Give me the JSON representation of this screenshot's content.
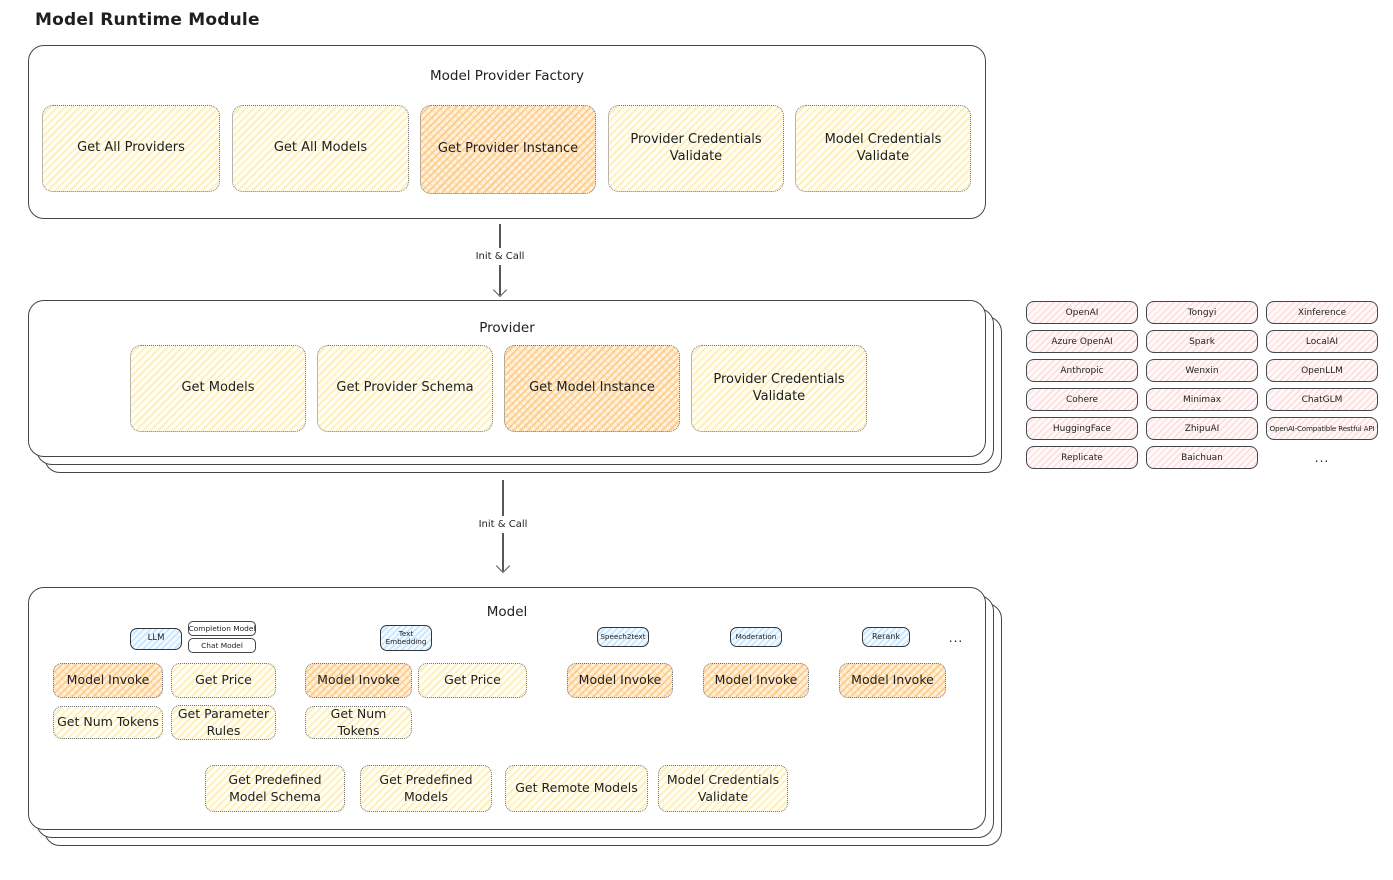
{
  "page_title": "Model Runtime Module",
  "arrows": {
    "init_call_1": "Init & Call",
    "init_call_2": "Init & Call"
  },
  "factory": {
    "title": "Model Provider Factory",
    "items": [
      {
        "label": "Get All Providers",
        "highlighted": false
      },
      {
        "label": "Get All Models",
        "highlighted": false
      },
      {
        "label": "Get Provider Instance",
        "highlighted": true
      },
      {
        "label": "Provider Credentials Validate",
        "highlighted": false
      },
      {
        "label": "Model Credentials Validate",
        "highlighted": false
      }
    ]
  },
  "provider": {
    "title": "Provider",
    "items": [
      {
        "label": "Get Models",
        "highlighted": false
      },
      {
        "label": "Get Provider Schema",
        "highlighted": false
      },
      {
        "label": "Get Model Instance",
        "highlighted": true
      },
      {
        "label": "Provider Credentials Validate",
        "highlighted": false
      }
    ]
  },
  "provider_catalog": {
    "columns": [
      {
        "items": [
          "OpenAI",
          "Azure OpenAI",
          "Anthropic",
          "Cohere",
          "HuggingFace",
          "Replicate"
        ]
      },
      {
        "items": [
          "Tongyi",
          "Spark",
          "Wenxin",
          "Minimax",
          "ZhipuAI",
          "Baichuan"
        ]
      },
      {
        "items": [
          "Xinference",
          "LocalAI",
          "OpenLLM",
          "ChatGLM",
          "OpenAI-Compatible Restful API"
        ]
      }
    ],
    "more": "..."
  },
  "model": {
    "title": "Model",
    "more": "...",
    "groups": [
      {
        "tag": "LLM",
        "sub_tags": [
          "Completion Model",
          "Chat Model"
        ],
        "functions": [
          {
            "label": "Model Invoke",
            "highlighted": true
          },
          {
            "label": "Get Price",
            "highlighted": false
          },
          {
            "label": "Get Num Tokens",
            "highlighted": false
          },
          {
            "label": "Get Parameter Rules",
            "highlighted": false
          }
        ]
      },
      {
        "tag": "Text Embedding",
        "functions": [
          {
            "label": "Model Invoke",
            "highlighted": true
          },
          {
            "label": "Get Price",
            "highlighted": false
          },
          {
            "label": "Get Num Tokens",
            "highlighted": false
          }
        ]
      },
      {
        "tag": "Speech2text",
        "functions": [
          {
            "label": "Model Invoke",
            "highlighted": true
          }
        ]
      },
      {
        "tag": "Moderation",
        "functions": [
          {
            "label": "Model Invoke",
            "highlighted": true
          }
        ]
      },
      {
        "tag": "Rerank",
        "functions": [
          {
            "label": "Model Invoke",
            "highlighted": true
          }
        ]
      }
    ],
    "shared_functions": [
      {
        "label": "Get Predefined Model Schema"
      },
      {
        "label": "Get Predefined Models"
      },
      {
        "label": "Get Remote Models"
      },
      {
        "label": "Model Credentials Validate"
      }
    ]
  },
  "colors": {
    "stroke": "#43474b",
    "yellow_fill": "#fffdf4",
    "yellow_hatch": "#ffe894",
    "orange_fill": "#fff1de",
    "orange_hatch": "#ffc475",
    "pink_fill": "#fff8f8",
    "pink_hatch": "#ffc1c1",
    "blue_fill": "#f2faff",
    "blue_hatch": "#a0d4ff"
  }
}
